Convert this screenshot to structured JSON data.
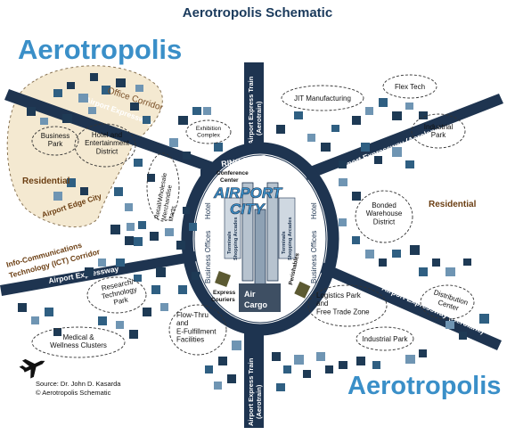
{
  "title": "Aerotropolis Schematic",
  "brand": {
    "top_left": "Aerotropolis",
    "bottom_right": "Aerotropolis"
  },
  "core": {
    "title_line1": "AIRPORT",
    "title_line2": "CITY",
    "ring_road": "RING ROAD",
    "conference_line1": "Conference",
    "conference_line2": "Center",
    "hotel_left": "Hotel",
    "hotel_right": "Hotel",
    "business_offices_left": "Business Offices",
    "business_offices_right": "Business Offices",
    "terminals_left_line1": "Terminals",
    "terminals_left_line2": "Shopping Arcades",
    "terminals_right_line1": "Terminals",
    "terminals_right_line2": "Shopping Arcades",
    "express_couriers_line1": "Express",
    "express_couriers_line2": "Couriers",
    "air_cargo_line1": "Air",
    "air_cargo_line2": "Cargo",
    "perishables": "Perishables"
  },
  "roads": {
    "expressway_top_left": "Airport Expressway (Aerolane)",
    "expressway_top_right": "Airport Expressway (Aerolane)",
    "expressway_bottom_left": "Airport Expressway",
    "expressway_bottom_right": "Airport Expressway (Aerolane)",
    "train_top_line1": "Airport Express Train",
    "train_top_line2": "(Aerotrain)",
    "train_bottom_line1": "Airport Express Train",
    "train_bottom_line2": "(Aerotrain)"
  },
  "zones": {
    "office_corridor": "Office Corridor",
    "residential_left": "Residential",
    "airport_edge_city": "Airport Edge City",
    "ict_corridor_line1": "Info-Communications",
    "ict_corridor_line2": "Technology (ICT) Corridor",
    "residential_right": "Residential"
  },
  "clusters": {
    "business_park": [
      "Business",
      "Park"
    ],
    "hotel_entertainment": [
      "Hotel and",
      "Entertainment",
      "District"
    ],
    "exhibition_complex": [
      "Exhibition",
      "Complex"
    ],
    "retail_marts": [
      "Retail/Wholesale",
      "Merchandise",
      "Marts"
    ],
    "jit_manufacturing": [
      "JIT Manufacturing"
    ],
    "flex_tech": [
      "Flex Tech"
    ],
    "industrial_park_top": [
      "Industrial",
      "Park"
    ],
    "bonded_warehouse": [
      "Bonded",
      "Warehouse",
      "District"
    ],
    "research_tech_park": [
      "Research/",
      "Technology",
      "Park"
    ],
    "medical_wellness": [
      "Medical &",
      "Wellness Clusters"
    ],
    "flow_thru": [
      "Flow-Thru",
      "and",
      "E-Fulfillment",
      "Facilities"
    ],
    "logistics_park": [
      "Logistics Park",
      "and",
      "Free Trade Zone"
    ],
    "distribution_center": [
      "Distribution",
      "Center"
    ],
    "industrial_park_bottom": [
      "Industrial Park"
    ]
  },
  "footer": {
    "source": "Source: Dr. John D. Kasarda",
    "copyright": "© Aerotropolis Schematic"
  },
  "colors": {
    "title": "#1a3a5c",
    "brand": "#3a8fc8",
    "road_fill": "#1e3450",
    "road_text": "#ffffff",
    "zone_brown": "#6b3e12",
    "office_corridor_text": "#7a5028",
    "edge_city_fill": "#f4e9d1",
    "block_dark": "#1e3a55",
    "block_mid": "#2f5f82",
    "block_light": "#6f95b3",
    "cluster_text": "#111111",
    "ring_stroke": "#1e3450",
    "hub_text": "#3a8fc8",
    "air_cargo_fill": "#3e4f63",
    "runway_fill": "#b7c3cf",
    "courier_fill": "#5c5a32"
  }
}
